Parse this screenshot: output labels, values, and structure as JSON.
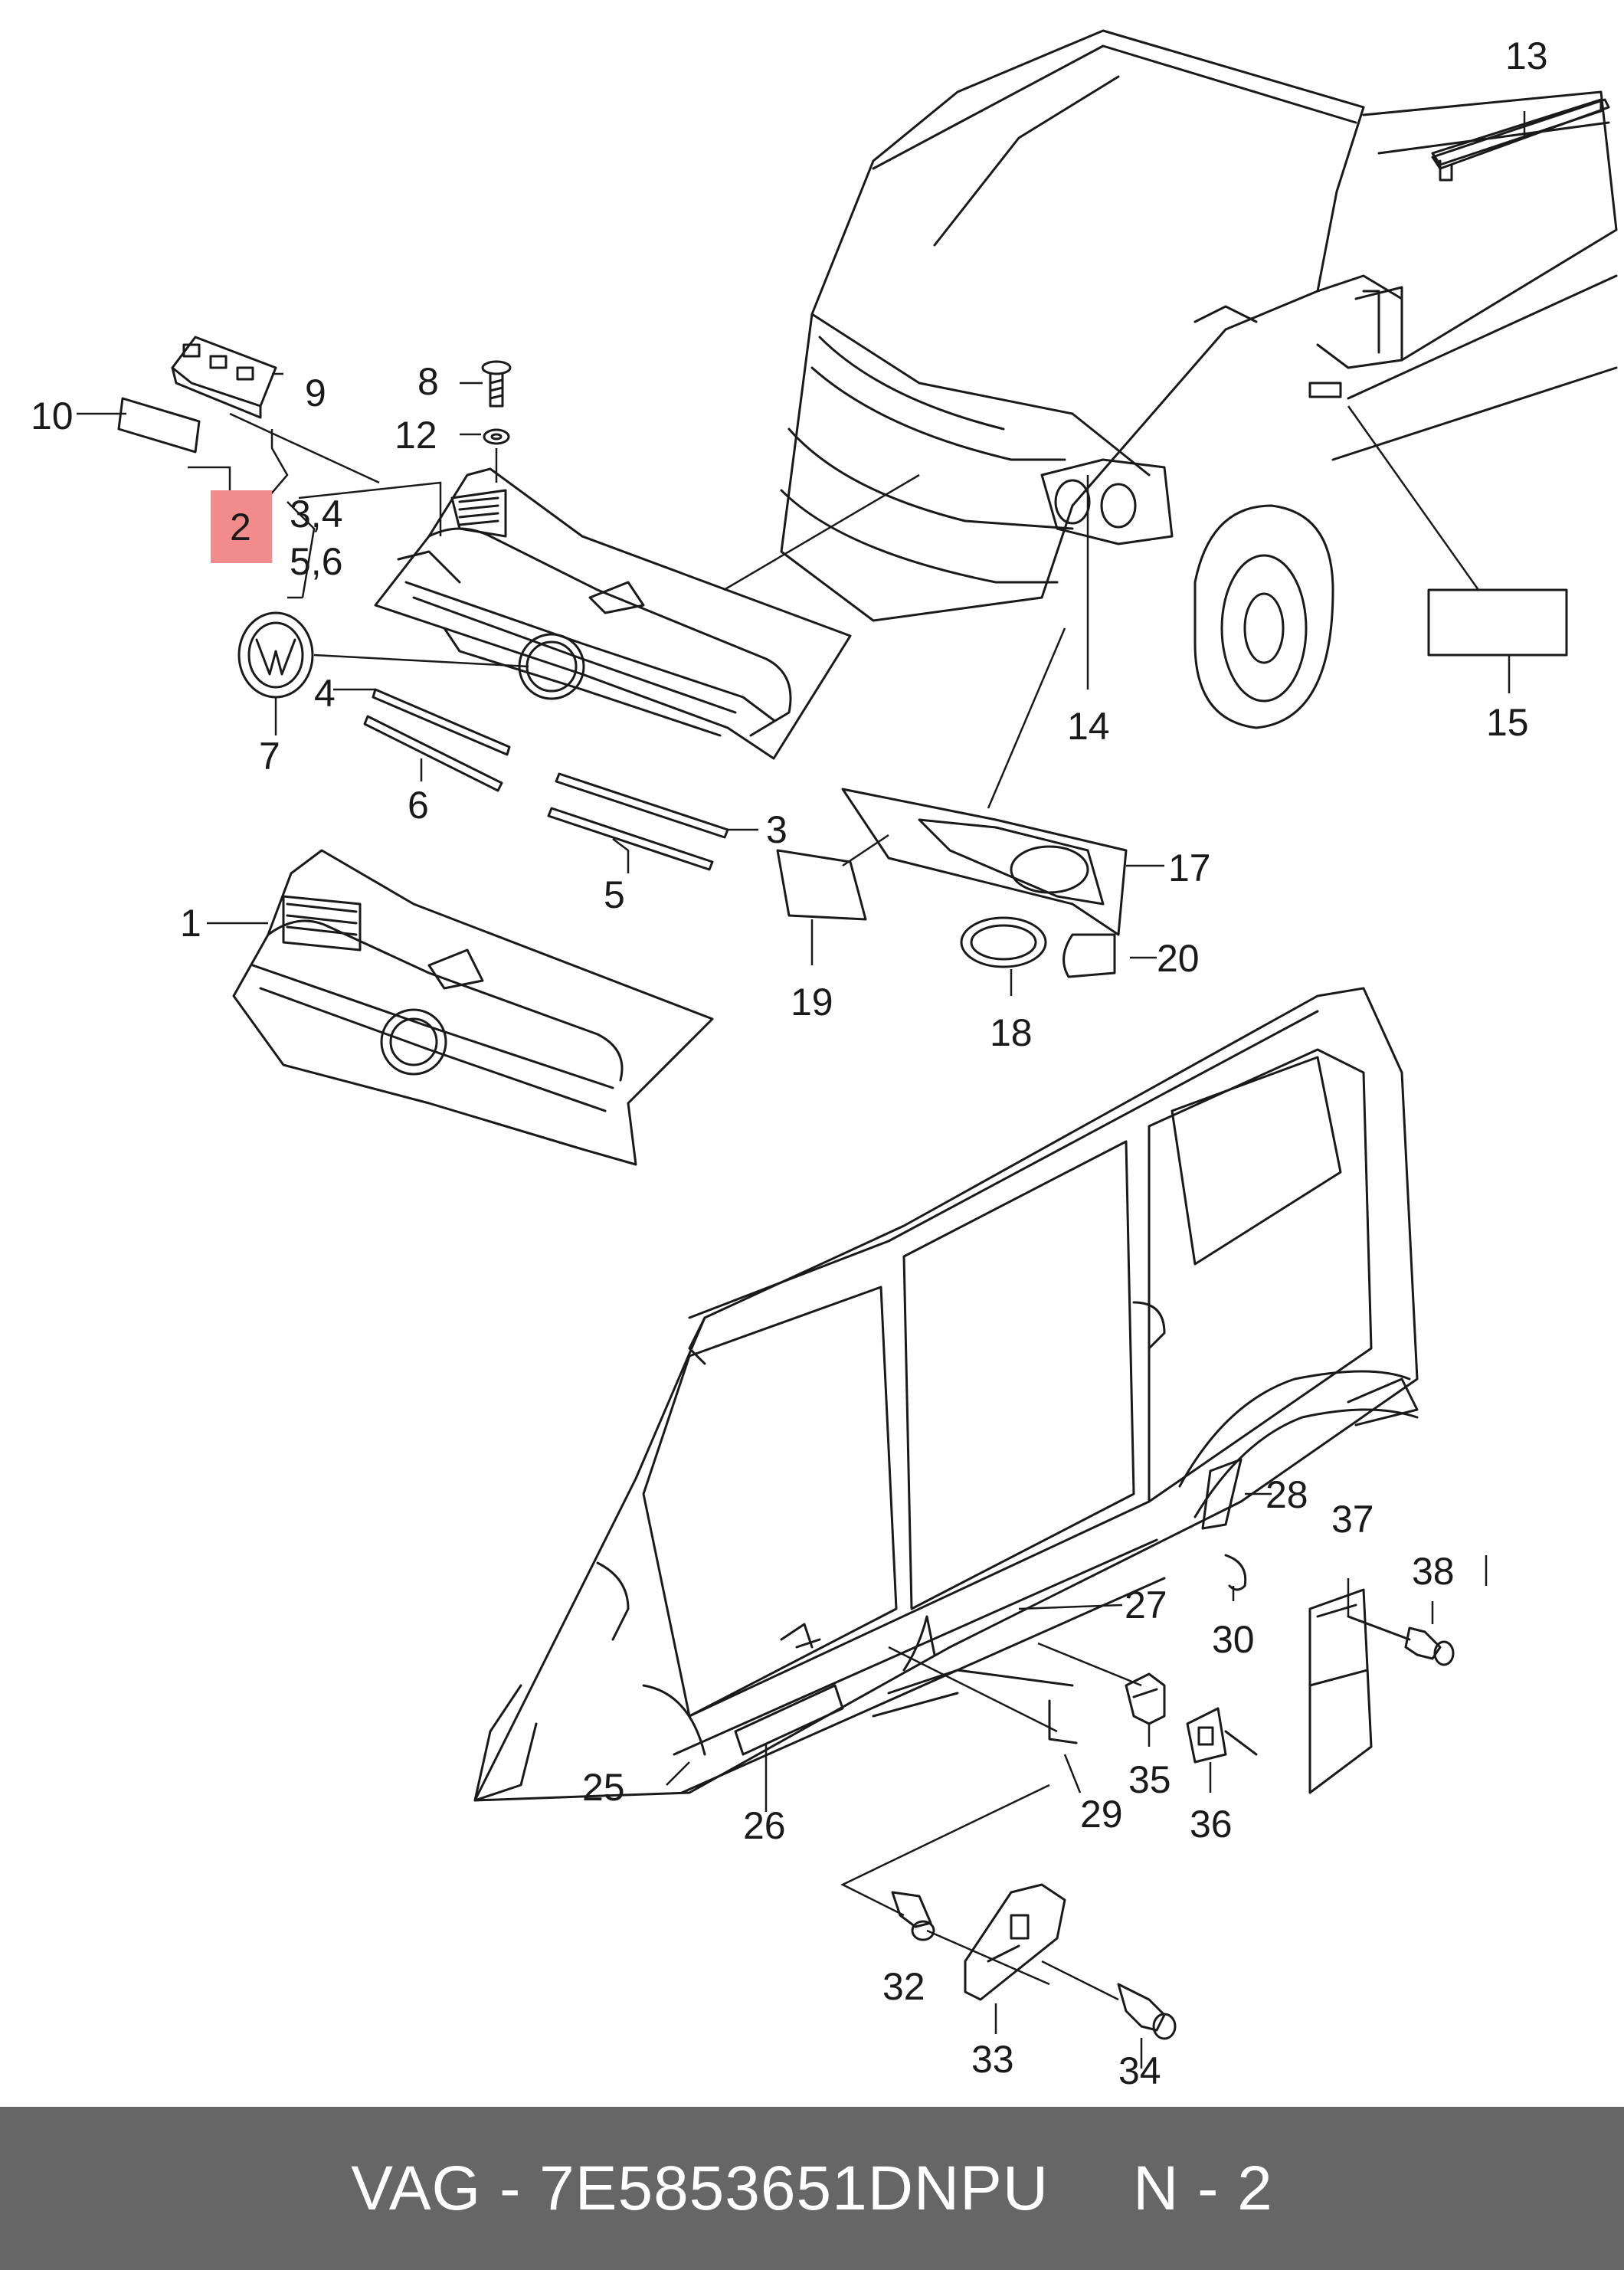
{
  "colors": {
    "line": "#1a1a1a",
    "highlight": "#f28b8b",
    "footer_bg": "#666666",
    "footer_text": "#ffffff"
  },
  "callouts": {
    "c1": "1",
    "c2": "2",
    "c3": "3",
    "c34": "3,4",
    "c4": "4",
    "c5": "5",
    "c56": "5,6",
    "c6": "6",
    "c7": "7",
    "c8": "8",
    "c9": "9",
    "c10": "10",
    "c12": "12",
    "c13": "13",
    "c14": "14",
    "c15": "15",
    "c17": "17",
    "c18": "18",
    "c19": "19",
    "c20": "20",
    "c25": "25",
    "c26": "26",
    "c27": "27",
    "c28": "28",
    "c29": "29",
    "c30": "30",
    "c32": "32",
    "c33": "33",
    "c34b": "34",
    "c35": "35",
    "c36": "36",
    "c37": "37",
    "c38": "38"
  },
  "highlighted_part": "2",
  "footer": {
    "part_number": "VAG - 7E5853651DNPU",
    "page": "N - 2"
  }
}
